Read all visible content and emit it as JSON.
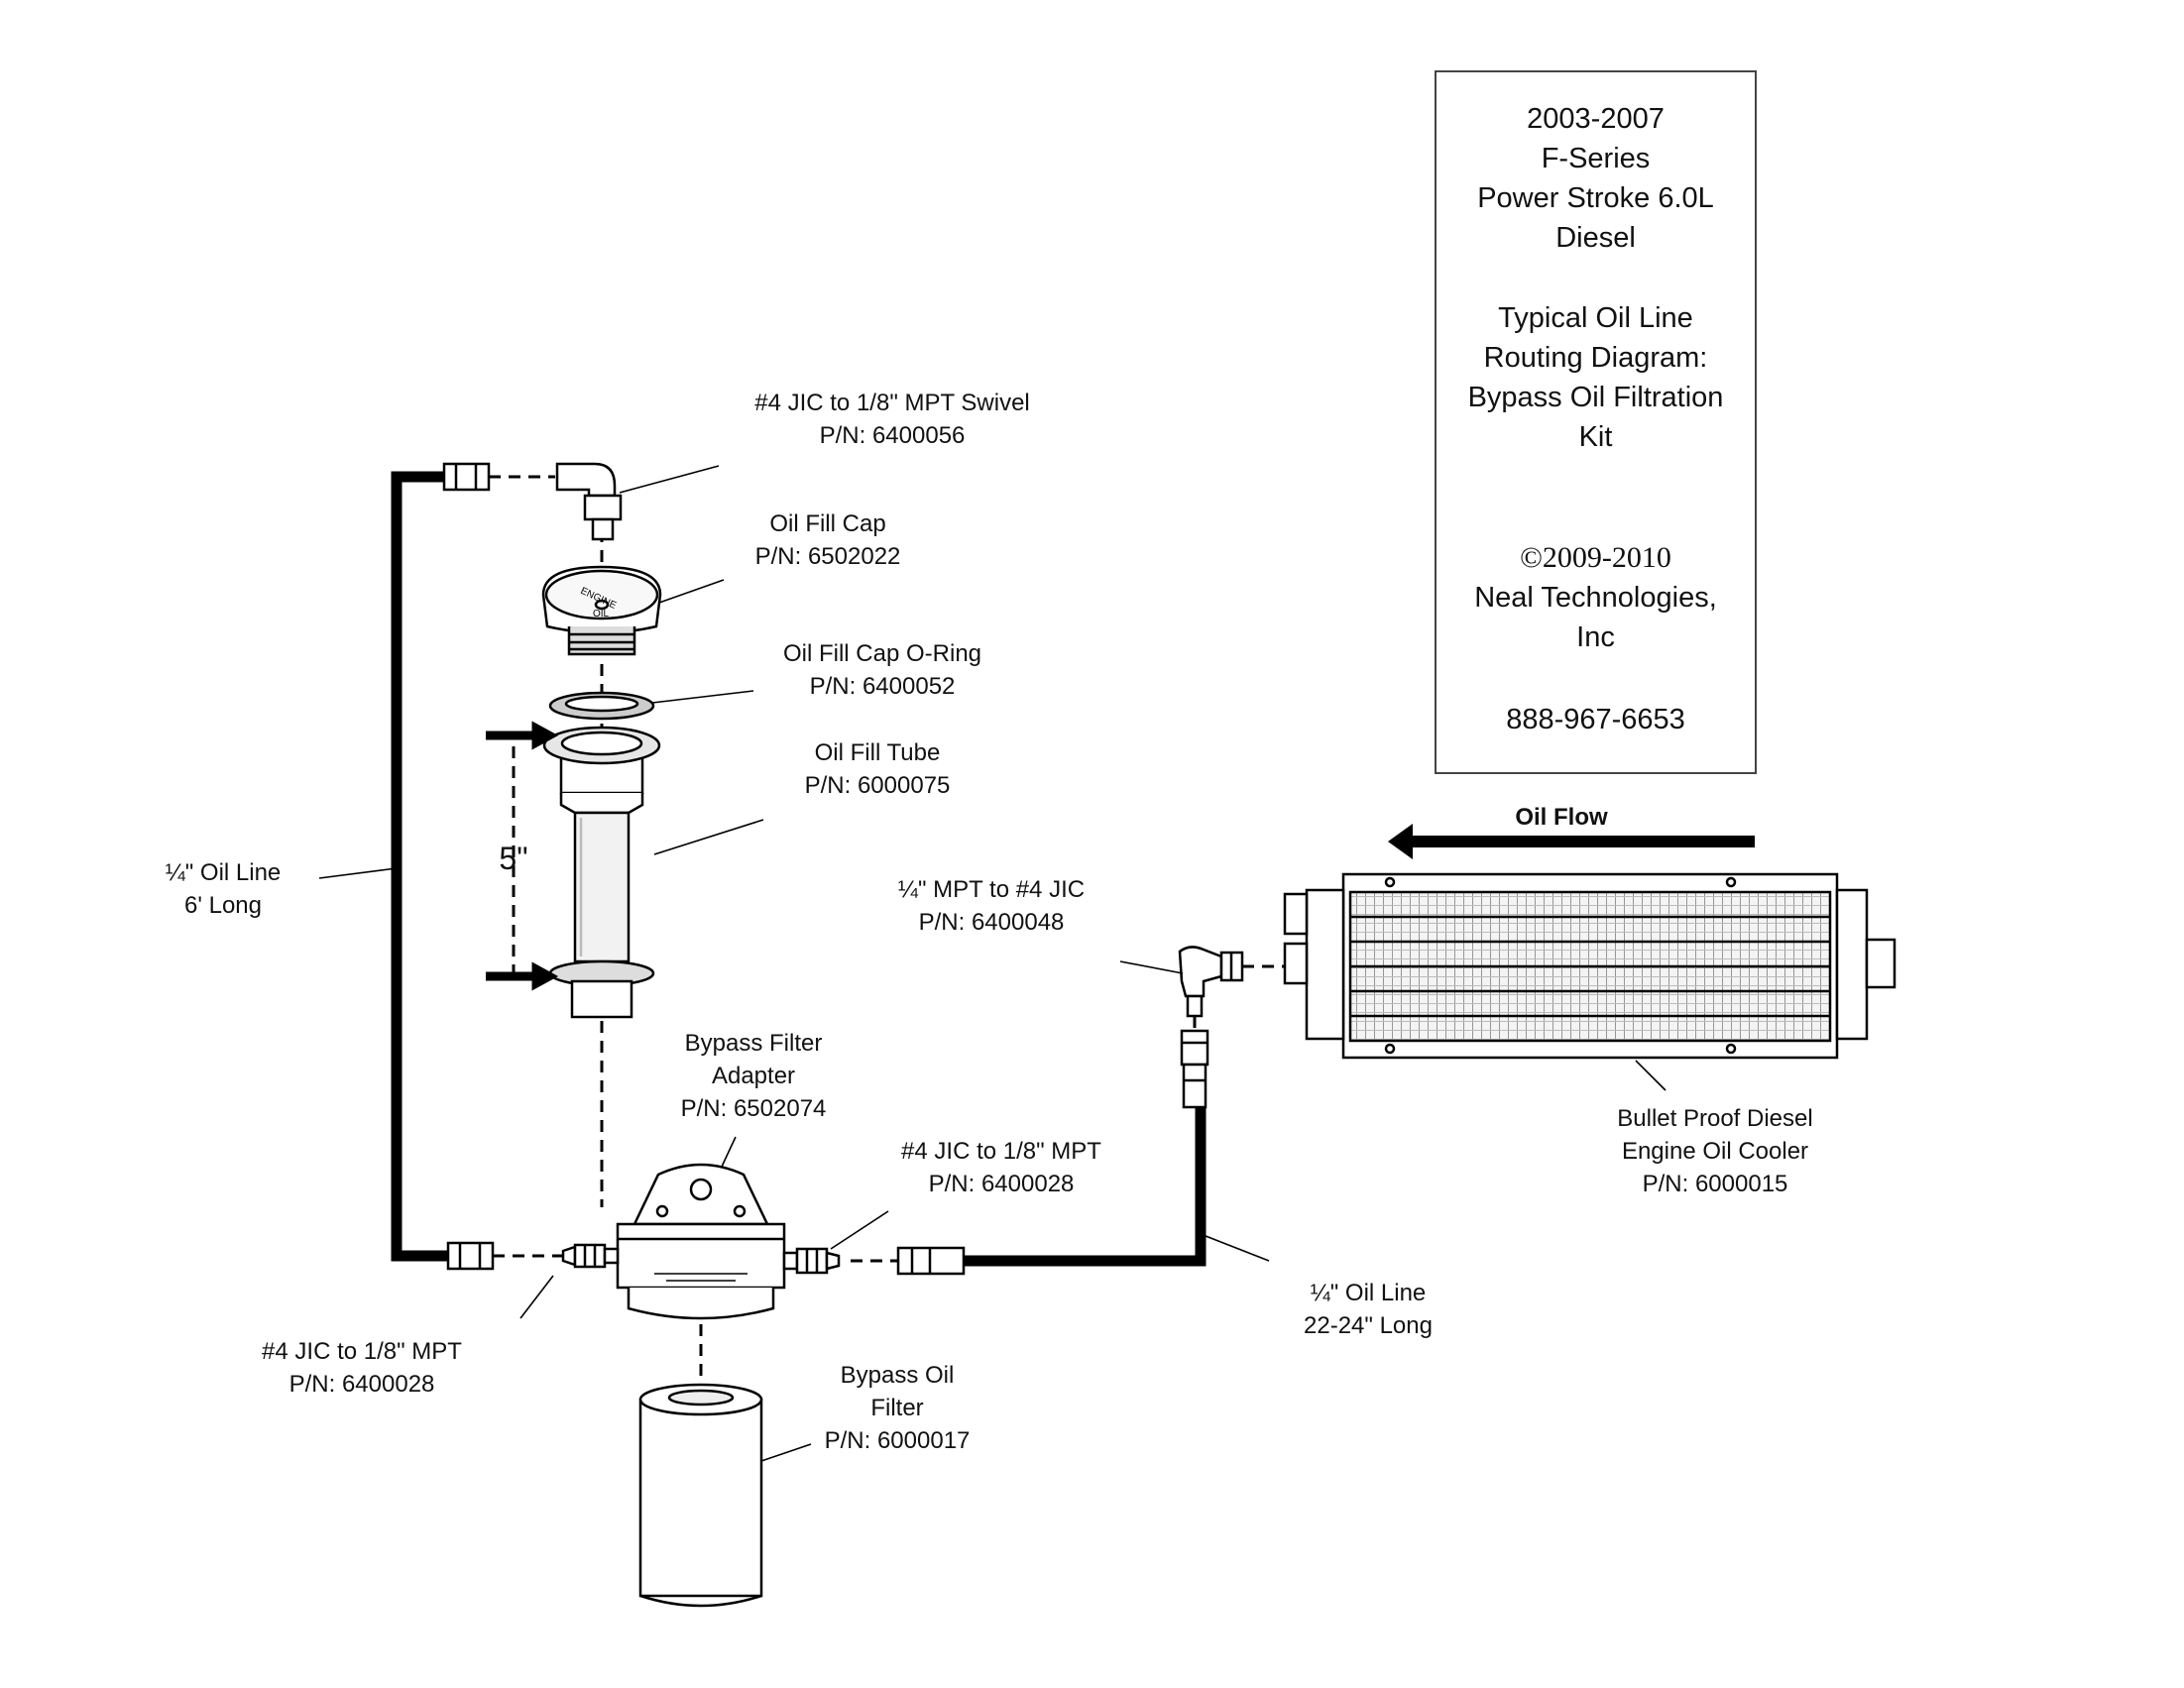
{
  "title_box": {
    "vehicle": [
      "2003-2007",
      "F-Series",
      "Power Stroke 6.0L",
      "Diesel"
    ],
    "diagram_title": [
      "Typical Oil Line",
      "Routing Diagram:",
      "Bypass Oil Filtration",
      "Kit"
    ],
    "copyright": "©2009-2010",
    "company": [
      "Neal Technologies,",
      "Inc"
    ],
    "phone": "888-967-6653"
  },
  "labels": {
    "swivel": [
      "#4 JIC to 1/8\" MPT Swivel",
      "P/N: 6400056"
    ],
    "fill_cap": [
      "Oil Fill Cap",
      "P/N: 6502022"
    ],
    "oring": [
      "Oil Fill Cap O-Ring",
      "P/N: 6400052"
    ],
    "fill_tube": [
      "Oil Fill Tube",
      "P/N: 6000075"
    ],
    "dimension": "5\"",
    "oil_line_long": [
      "¼\" Oil Line",
      "6' Long"
    ],
    "mpt_jic": [
      "¼\" MPT to #4 JIC",
      "P/N: 6400048"
    ],
    "oil_flow": "Oil Flow",
    "cooler": [
      "Bullet Proof Diesel",
      "Engine Oil Cooler",
      "P/N: 6000015"
    ],
    "adapter": [
      "Bypass Filter",
      "Adapter",
      "P/N: 6502074"
    ],
    "jic_right": [
      "#4 JIC to 1/8\" MPT",
      "P/N: 6400028"
    ],
    "oil_line_short": [
      "¼\" Oil Line",
      "22-24\" Long"
    ],
    "jic_left": [
      "#4 JIC to 1/8\" MPT",
      "P/N: 6400028"
    ],
    "filter": [
      "Bypass Oil",
      "Filter",
      "P/N: 6000017"
    ]
  }
}
